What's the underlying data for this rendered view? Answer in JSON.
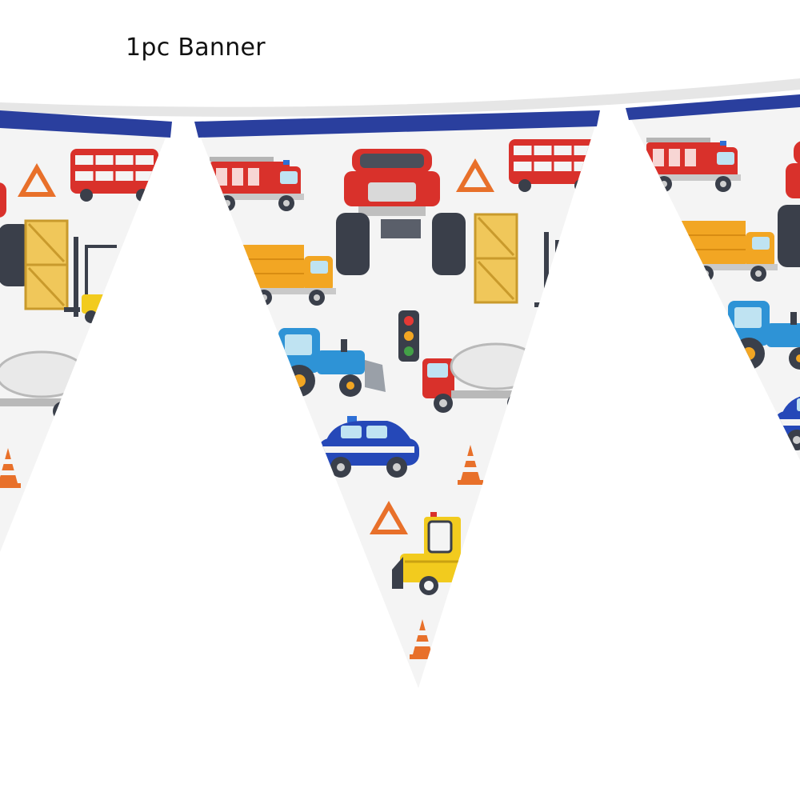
{
  "caption": "1pc Banner",
  "colors": {
    "ribbon_blue": "#2a3f9e",
    "pennant_bg": "#f4f4f4",
    "fire_red": "#d9312b",
    "truck_orange": "#f2a623",
    "tractor_blue": "#2e93d6",
    "police_blue": "#2548b8",
    "crate_yellow": "#f0c75a",
    "loader_yellow": "#f2cb1e",
    "tire_dark": "#3a3f4a"
  },
  "pennants": [
    {
      "name": "pennant-left",
      "icons": [
        "bus-icon",
        "warning-triangle-icon",
        "monster-truck-icon",
        "crate-icon",
        "forklift-icon",
        "cement-mixer-icon",
        "traffic-cone-icon"
      ]
    },
    {
      "name": "pennant-center",
      "icons": [
        "fire-truck-icon",
        "monster-truck-icon",
        "warning-triangle-icon",
        "bus-icon",
        "dump-truck-icon",
        "crate-icon",
        "forklift-icon",
        "traffic-light-icon",
        "tractor-icon",
        "cement-mixer-icon",
        "police-car-icon",
        "traffic-cone-icon",
        "bulldozer-icon"
      ]
    },
    {
      "name": "pennant-right",
      "icons": [
        "fire-truck-icon",
        "dump-truck-icon",
        "tractor-icon",
        "police-car-icon"
      ]
    }
  ]
}
